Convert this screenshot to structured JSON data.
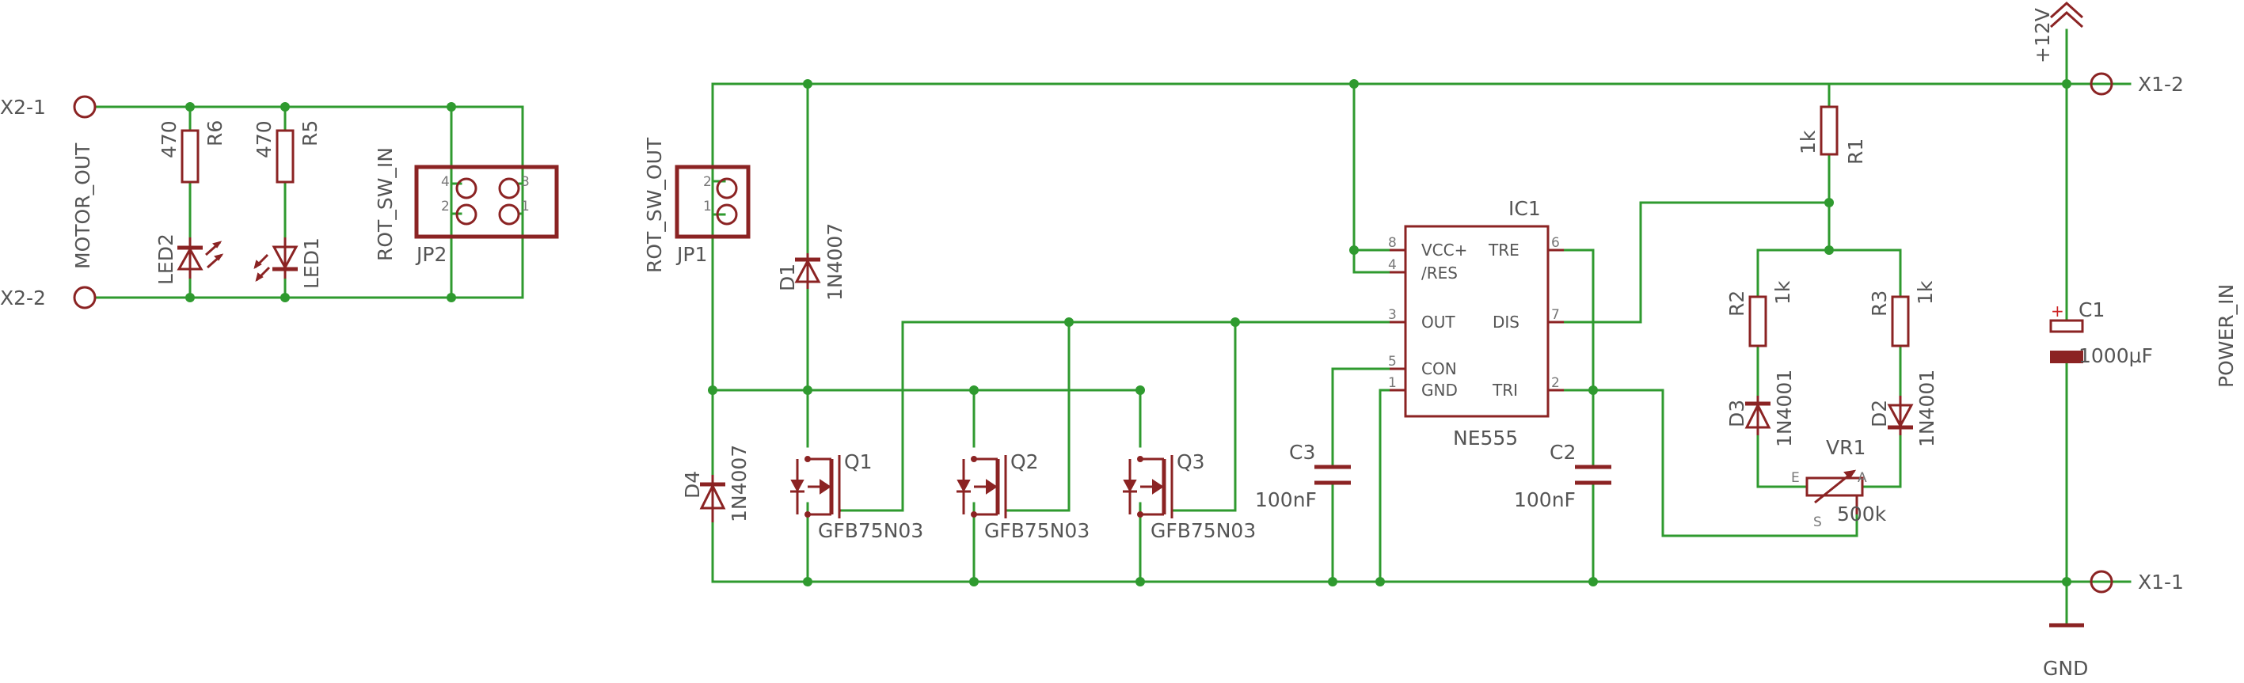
{
  "connectors": {
    "x2_1": "X2-1",
    "x2_2": "X2-2",
    "x1_1": "X1-1",
    "x1_2": "X1-2",
    "motor_out": "MOTOR_OUT",
    "power_in": "POWER_IN"
  },
  "supply": {
    "plus12": "+12V",
    "gnd": "GND"
  },
  "jumpers": {
    "jp1": {
      "name": "JP1",
      "label": "ROT_SW_OUT",
      "pins": [
        "2",
        "1"
      ]
    },
    "jp2": {
      "name": "JP2",
      "label": "ROT_SW_IN",
      "pins": [
        "4",
        "2",
        "3",
        "1"
      ]
    }
  },
  "resistors": {
    "r1": {
      "name": "R1",
      "value": "1k"
    },
    "r2": {
      "name": "R2",
      "value": "1k"
    },
    "r3": {
      "name": "R3",
      "value": "1k"
    },
    "r5": {
      "name": "R5",
      "value": "470"
    },
    "r6": {
      "name": "R6",
      "value": "470"
    }
  },
  "leds": {
    "led1": "LED1",
    "led2": "LED2"
  },
  "diodes": {
    "d1": {
      "name": "D1",
      "value": "1N4007"
    },
    "d2": {
      "name": "D2",
      "value": "1N4001"
    },
    "d3": {
      "name": "D3",
      "value": "1N4001"
    },
    "d4": {
      "name": "D4",
      "value": "1N4007"
    }
  },
  "mosfets": {
    "q1": {
      "name": "Q1",
      "value": "GFB75N03"
    },
    "q2": {
      "name": "Q2",
      "value": "GFB75N03"
    },
    "q3": {
      "name": "Q3",
      "value": "GFB75N03"
    }
  },
  "capacitors": {
    "c1": {
      "name": "C1",
      "value": "1000µF",
      "polarity": "+"
    },
    "c2": {
      "name": "C2",
      "value": "100nF"
    },
    "c3": {
      "name": "C3",
      "value": "100nF"
    }
  },
  "pot": {
    "name": "VR1",
    "value": "500k",
    "pins": [
      "E",
      "A",
      "S"
    ]
  },
  "ic": {
    "name": "IC1",
    "part": "NE555",
    "pins": {
      "p8": {
        "num": "8",
        "label": "VCC+"
      },
      "p4": {
        "num": "4",
        "label": "/RES"
      },
      "p3": {
        "num": "3",
        "label": "OUT"
      },
      "p5": {
        "num": "5",
        "label": "CON"
      },
      "p1": {
        "num": "1",
        "label": "GND"
      },
      "p6": {
        "num": "6",
        "label": "TRE"
      },
      "p7": {
        "num": "7",
        "label": "DIS"
      },
      "p2": {
        "num": "2",
        "label": "TRI"
      }
    }
  },
  "colors": {
    "wire": "#2f9a2f",
    "part": "#8b2323",
    "text": "#555555"
  }
}
